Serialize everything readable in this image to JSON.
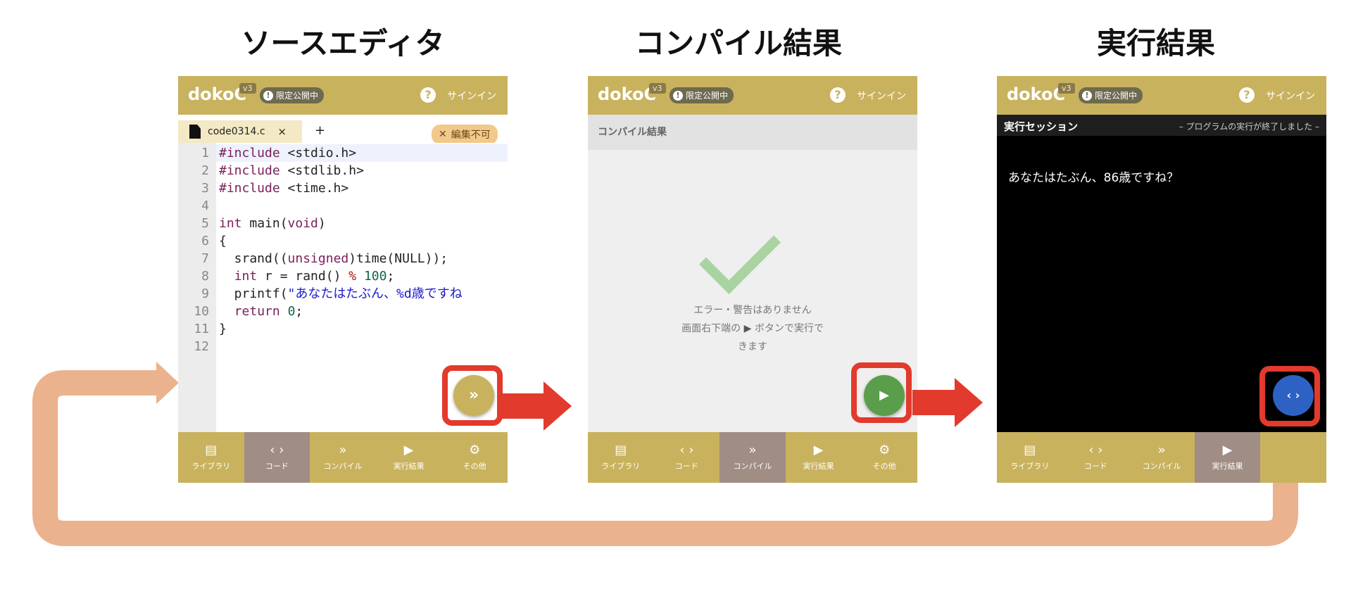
{
  "titles": {
    "editor": "ソースエディタ",
    "compile": "コンパイル結果",
    "run": "実行結果"
  },
  "app": {
    "logo": "dokoC",
    "version": "v3",
    "badge": "限定公開中",
    "help": "?",
    "signin": "サインイン"
  },
  "nav": [
    {
      "label": "ライブラリ",
      "icon": "book-icon"
    },
    {
      "label": "コード",
      "icon": "code-icon"
    },
    {
      "label": "コンパイル",
      "icon": "double-chevron-icon"
    },
    {
      "label": "実行結果",
      "icon": "play-icon"
    },
    {
      "label": "その他",
      "icon": "gear-icon"
    }
  ],
  "editor": {
    "tab_name": "code0314.c",
    "tab_close": "×",
    "add_tab": "+",
    "no_edit": "編集不可",
    "line_numbers": [
      "1",
      "2",
      "3",
      "4",
      "5",
      "6",
      "7",
      "8",
      "9",
      "10",
      "11",
      "12"
    ]
  },
  "compile": {
    "header": "コンパイル結果",
    "msg1": "エラー・警告はありません",
    "msg2a": "画面右下端の",
    "msg2b": "ボタンで実行で",
    "msg3": "きます"
  },
  "run": {
    "session": "実行セッション",
    "finished": "– プログラムの実行が終了しました –",
    "output": "あなたはたぶん、86歳ですね？"
  },
  "colors": {
    "gold": "#c9b25e",
    "red": "#e23a2c",
    "loop": "#ebb28e",
    "green": "#5a9e4b",
    "blue": "#2d61c4"
  }
}
